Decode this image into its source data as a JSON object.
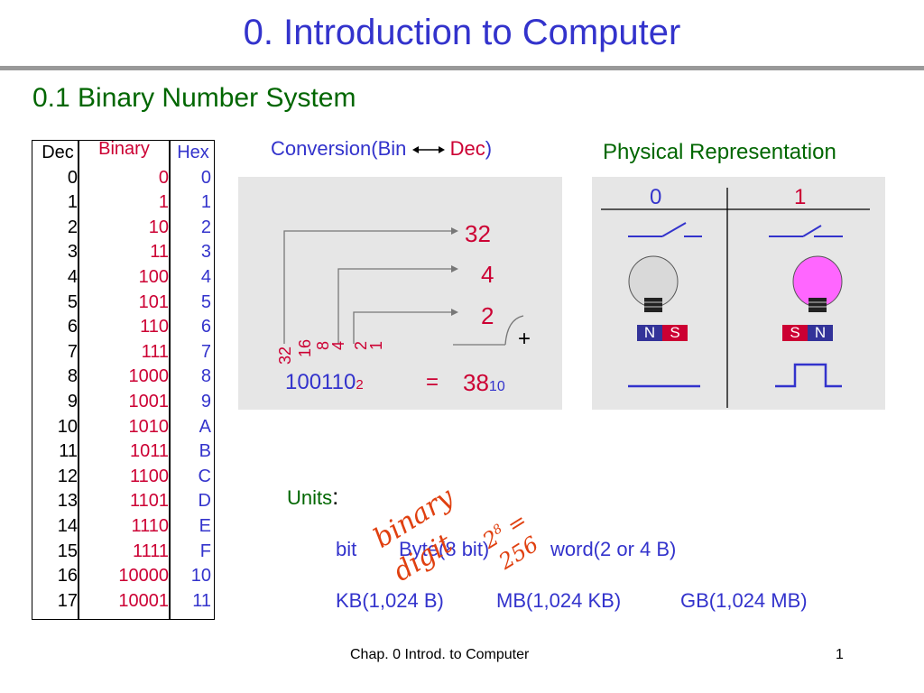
{
  "slide": {
    "title": "0. Introduction to Computer",
    "subtitle": "0.1 Binary Number System"
  },
  "table": {
    "headers": {
      "dec": "Dec",
      "binary": "Binary",
      "hex": "Hex"
    },
    "dec": [
      "0",
      "1",
      "2",
      "3",
      "4",
      "5",
      "6",
      "7",
      "8",
      "9",
      "10",
      "11",
      "12",
      "13",
      "14",
      "15",
      "16",
      "17"
    ],
    "binary": [
      "0",
      "1",
      "10",
      "11",
      "100",
      "101",
      "110",
      "111",
      "1000",
      "1001",
      "1010",
      "1011",
      "1100",
      "1101",
      "1110",
      "1111",
      "10000",
      "10001"
    ],
    "hex": [
      "0",
      "1",
      "2",
      "3",
      "4",
      "5",
      "6",
      "7",
      "8",
      "9",
      "A",
      "B",
      "C",
      "D",
      "E",
      "F",
      "10",
      "11"
    ]
  },
  "conversion": {
    "title_prefix": "Conversion(Bin",
    "title_dec": "Dec",
    "title_suffix": ")",
    "terms": [
      "32",
      "4",
      "2"
    ],
    "plus": "+",
    "weights": [
      "32",
      "16",
      "8",
      "4",
      "2",
      "1"
    ],
    "binary_number": "100110",
    "binary_base": "2",
    "equals": "=",
    "decimal_number": "38",
    "decimal_base": "10"
  },
  "physical": {
    "title": "Physical Representation",
    "zero_label": "0",
    "one_label": "1",
    "magnet_zero": [
      "N",
      "S"
    ],
    "magnet_one": [
      "S",
      "N"
    ],
    "colors": {
      "bulb_off": "#d9d9d9",
      "bulb_on": "#ff66ff",
      "magnet_blue": "#333399",
      "magnet_red": "#cc0033"
    }
  },
  "units": {
    "label": "Units",
    "colon": ":",
    "row1": [
      "bit",
      "Byte(8 bit)",
      "word(2 or 4 B)"
    ],
    "row2": [
      "KB(1,024 B)",
      "MB(1,024 KB)",
      "GB(1,024 MB)"
    ],
    "annotation_binary": "binary",
    "annotation_digit": "digit",
    "annotation_power_base": "2",
    "annotation_power_exp": "8",
    "annotation_power_rest": " =",
    "annotation_256": "256"
  },
  "footer": {
    "center": "Chap. 0  Introd. to Computer",
    "page": "1"
  }
}
